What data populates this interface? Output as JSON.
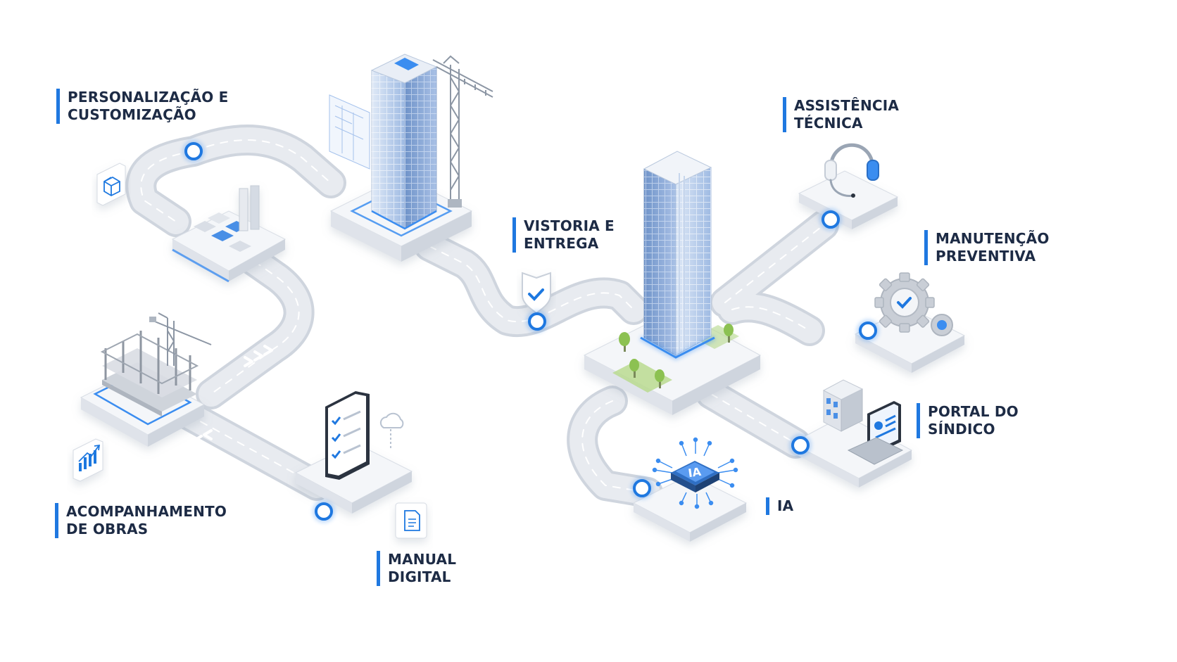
{
  "diagram": {
    "colors": {
      "accent": "#1f78e0",
      "label_text": "#1d2b45",
      "road": "#e6e9ee",
      "road_edge": "#cfd5de",
      "platform": "#f4f6f9",
      "glass": "#7fa4d6"
    },
    "nodes": [
      {
        "id": "personalizacao",
        "lines": [
          "PERSONALIZAÇÃO E",
          "CUSTOMIZAÇÃO"
        ],
        "icon": "cube-icon"
      },
      {
        "id": "acompanhamento",
        "lines": [
          "ACOMPANHAMENTO",
          "DE OBRAS"
        ],
        "icon": "bar-chart-icon"
      },
      {
        "id": "manual",
        "lines": [
          "MANUAL",
          "DIGITAL"
        ],
        "icon": "document-icon"
      },
      {
        "id": "vistoria",
        "lines": [
          "VISTORIA E",
          "ENTREGA"
        ],
        "icon": "shield-check-icon"
      },
      {
        "id": "assistencia",
        "lines": [
          "ASSISTÊNCIA",
          "TÉCNICA"
        ],
        "icon": "headset-icon"
      },
      {
        "id": "manutencao",
        "lines": [
          "MANUTENÇÃO",
          "PREVENTIVA"
        ],
        "icon": "gear-icon"
      },
      {
        "id": "portal",
        "lines": [
          "PORTAL DO",
          "SÍNDICO"
        ],
        "icon": "laptop-icon"
      },
      {
        "id": "ia",
        "lines": [
          "IA"
        ],
        "icon": "ai-chip-icon"
      }
    ],
    "chip_text": "IA"
  }
}
